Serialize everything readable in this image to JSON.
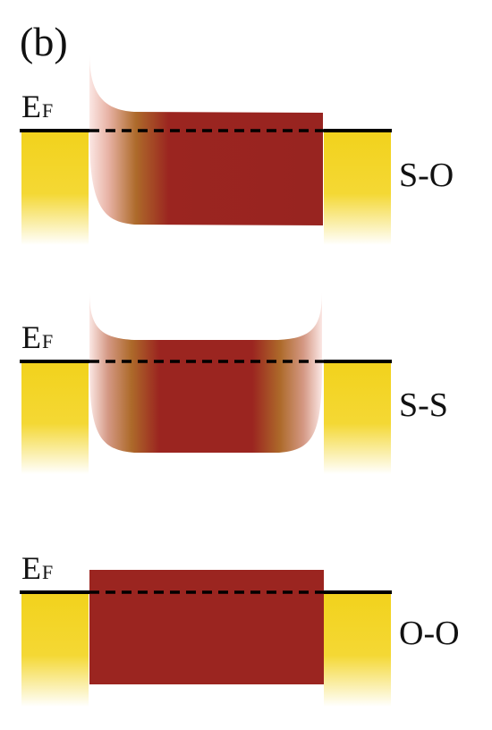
{
  "panel_label": "(b)",
  "fermi_label": {
    "main": "E",
    "sub": "F"
  },
  "diagrams": [
    {
      "label": "S-O"
    },
    {
      "label": "S-S"
    },
    {
      "label": "O-O"
    }
  ],
  "colors": {
    "metal_contact": "#f2d21c",
    "barrier": "#9b2520",
    "barrier_edge_light": "#f7ddd8",
    "barrier_edge_mid": "#a9652a",
    "fermi_line": "#000000"
  }
}
